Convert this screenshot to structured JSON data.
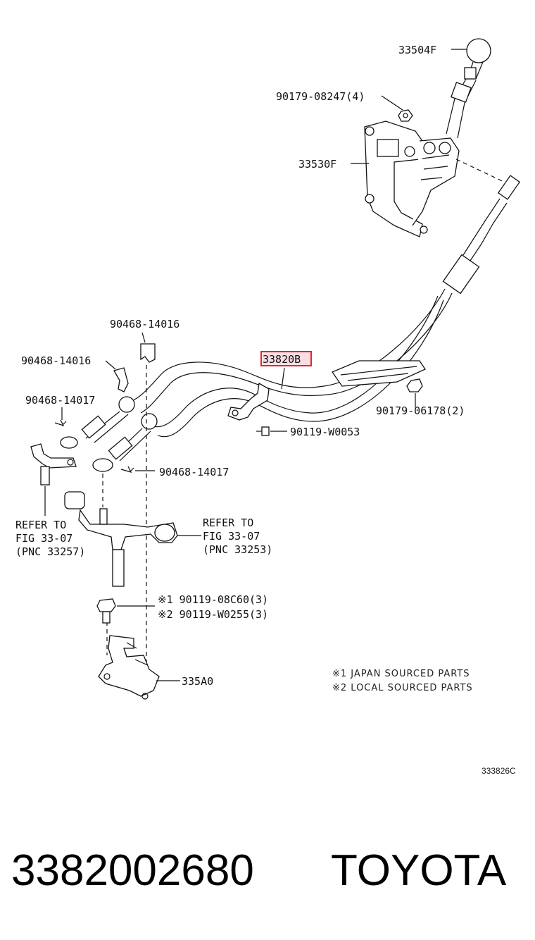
{
  "labels": {
    "knob": "33504F",
    "nut_top": "90179-08247(4)",
    "bracket_top": "33530F",
    "clip_upper": "90468-14016",
    "clip_left": "90468-14016",
    "highlighted": "33820B",
    "clip_pin_left": "90468-14017",
    "nut_right": "90179-06178(2)",
    "bolt_mid": "90119-W0053",
    "clip_pin_right": "90468-14017",
    "refer_left": [
      "REFER TO",
      "FIG 33-07",
      "(PNC 33257)"
    ],
    "refer_right": [
      "REFER TO",
      "FIG 33-07",
      "(PNC 33253)"
    ],
    "bolt1": "※1 90119-08C60(3)",
    "bolt2": "※2 90119-W0255(3)",
    "base_bracket": "335A0"
  },
  "notes": [
    "※1 JAPAN SOURCED PARTS",
    "※2 LOCAL SOURCED PARTS"
  ],
  "figure_code": "333826C",
  "footer": {
    "part_number": "3382002680",
    "brand": "TOYOTA"
  },
  "colors": {
    "highlight_border": "#e0282e",
    "highlight_fill": "#f4c8d0"
  }
}
